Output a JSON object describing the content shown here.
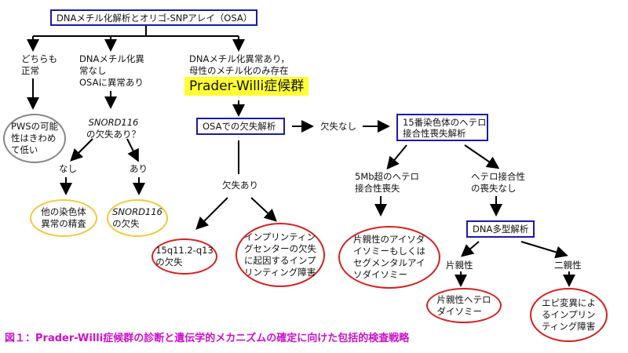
{
  "top_box": "DNAメチル化解析とオリゴ-SNPアレイ（OSA）",
  "branch_both_normal": "どちらも\n正常",
  "branch_osa_abnormal": "DNAメチル化異\n常なし\nOSAに異常あり",
  "branch_methylation_abnormal": "DNAメチル化異常あり，\n母性のメチル化のみ存在",
  "diagnosis_label": "Prader-Willi症候群",
  "pws_unlikely": "PWSの可能\n性はきわめ\nて低い",
  "snord_gene": "SNORD116",
  "snord_question": "の欠失あり？",
  "snord_no": "なし",
  "snord_yes": "あり",
  "other_chromosome": "他の染色体\n異常の精査",
  "snord_deletion_gene": "SNORD116",
  "snord_deletion_suffix": "の欠失",
  "osa_deletion_box": "OSAでの欠失解析",
  "no_deletion": "欠失なし",
  "deletion_present": "欠失あり",
  "loh_box": "15番染色体のヘテロ\n接合性喪失解析",
  "deletion_15q": "15q11.2-q13\nの欠失",
  "imprinting_center": "インプリンティン\nグセンターの欠失\nに起因するインプ\nリンティング障害",
  "loh_over_5mb": "5Mb超のヘテロ\n接合性喪失",
  "no_loh": "ヘテロ接合性\nの喪失なし",
  "isodisomy": "片親性のアイソダ\nイソミーもしくは\nセグメンタルアイ\nソダイソミー",
  "dna_polymorphism_box": "DNA多型解析",
  "uniparental": "片親性",
  "biparental": "二親性",
  "heterodisomy": "片親性ヘテロ\nダイソミー",
  "epimutation": "エピ変異によ\nるインプリン\nティング障害",
  "caption": "図１：Prader-Willi症候群の診断と遺伝学的メカニズムの確定に向けた包括的検査戦略"
}
